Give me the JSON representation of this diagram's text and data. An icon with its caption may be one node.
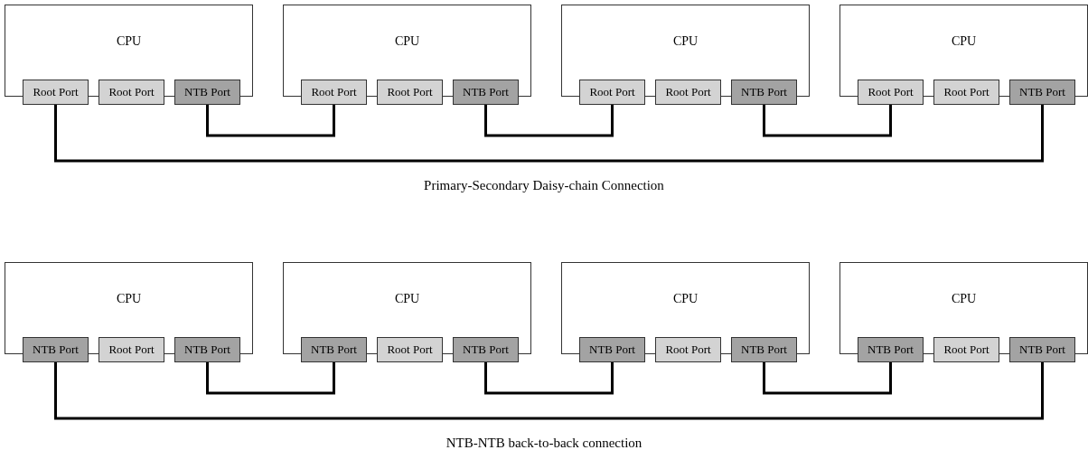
{
  "diagram": {
    "nodes": [
      {
        "text": [
          "CPU"
        ]
      },
      {
        "text": [
          "Root Port"
        ]
      },
      {
        "text": [
          "Root Port"
        ]
      },
      {
        "text": [
          "NTB Port"
        ]
      },
      {
        "text": [
          "CPU"
        ]
      },
      {
        "text": [
          "Root Port"
        ]
      },
      {
        "text": [
          "Root Port"
        ]
      },
      {
        "text": [
          "NTB Port"
        ]
      },
      {
        "text": [
          "CPU"
        ]
      },
      {
        "text": [
          "Root Port"
        ]
      },
      {
        "text": [
          "Root Port"
        ]
      },
      {
        "text": [
          "NTB Port"
        ]
      },
      {
        "text": [
          "CPU"
        ]
      },
      {
        "text": [
          "Root Port"
        ]
      },
      {
        "text": [
          "Root Port"
        ]
      },
      {
        "text": [
          "NTB Port"
        ]
      },
      {
        "text": [
          "CPU"
        ]
      },
      {
        "text": [
          "NTB Port"
        ]
      },
      {
        "text": [
          "Root Port"
        ]
      },
      {
        "text": [
          "NTB Port"
        ]
      },
      {
        "text": [
          "CPU"
        ]
      },
      {
        "text": [
          "NTB Port"
        ]
      },
      {
        "text": [
          "Root Port"
        ]
      },
      {
        "text": [
          "NTB Port"
        ]
      },
      {
        "text": [
          "CPU"
        ]
      },
      {
        "text": [
          "NTB Port"
        ]
      },
      {
        "text": [
          "Root Port"
        ]
      },
      {
        "text": [
          "NTB Port"
        ]
      },
      {
        "text": [
          "CPU"
        ]
      },
      {
        "text": [
          "NTB Port"
        ]
      },
      {
        "text": [
          "Root Port"
        ]
      },
      {
        "text": [
          "NTB Port"
        ]
      }
    ],
    "edges": [
      {
        "from": 3,
        "to": 5,
        "arrow": "none"
      },
      {
        "from": 7,
        "to": 9,
        "arrow": "none"
      },
      {
        "from": 11,
        "to": 13,
        "arrow": "none"
      },
      {
        "from": 1,
        "to": 15,
        "arrow": "none"
      },
      {
        "from": 19,
        "to": 21,
        "arrow": "none"
      },
      {
        "from": 23,
        "to": 25,
        "arrow": "none"
      },
      {
        "from": 27,
        "to": 29,
        "arrow": "none"
      },
      {
        "from": 17,
        "to": 31,
        "arrow": "none"
      }
    ],
    "labels": [
      "Primary-Secondary Daisy-chain Connection",
      "NTB-NTB back-to-back connection"
    ]
  }
}
